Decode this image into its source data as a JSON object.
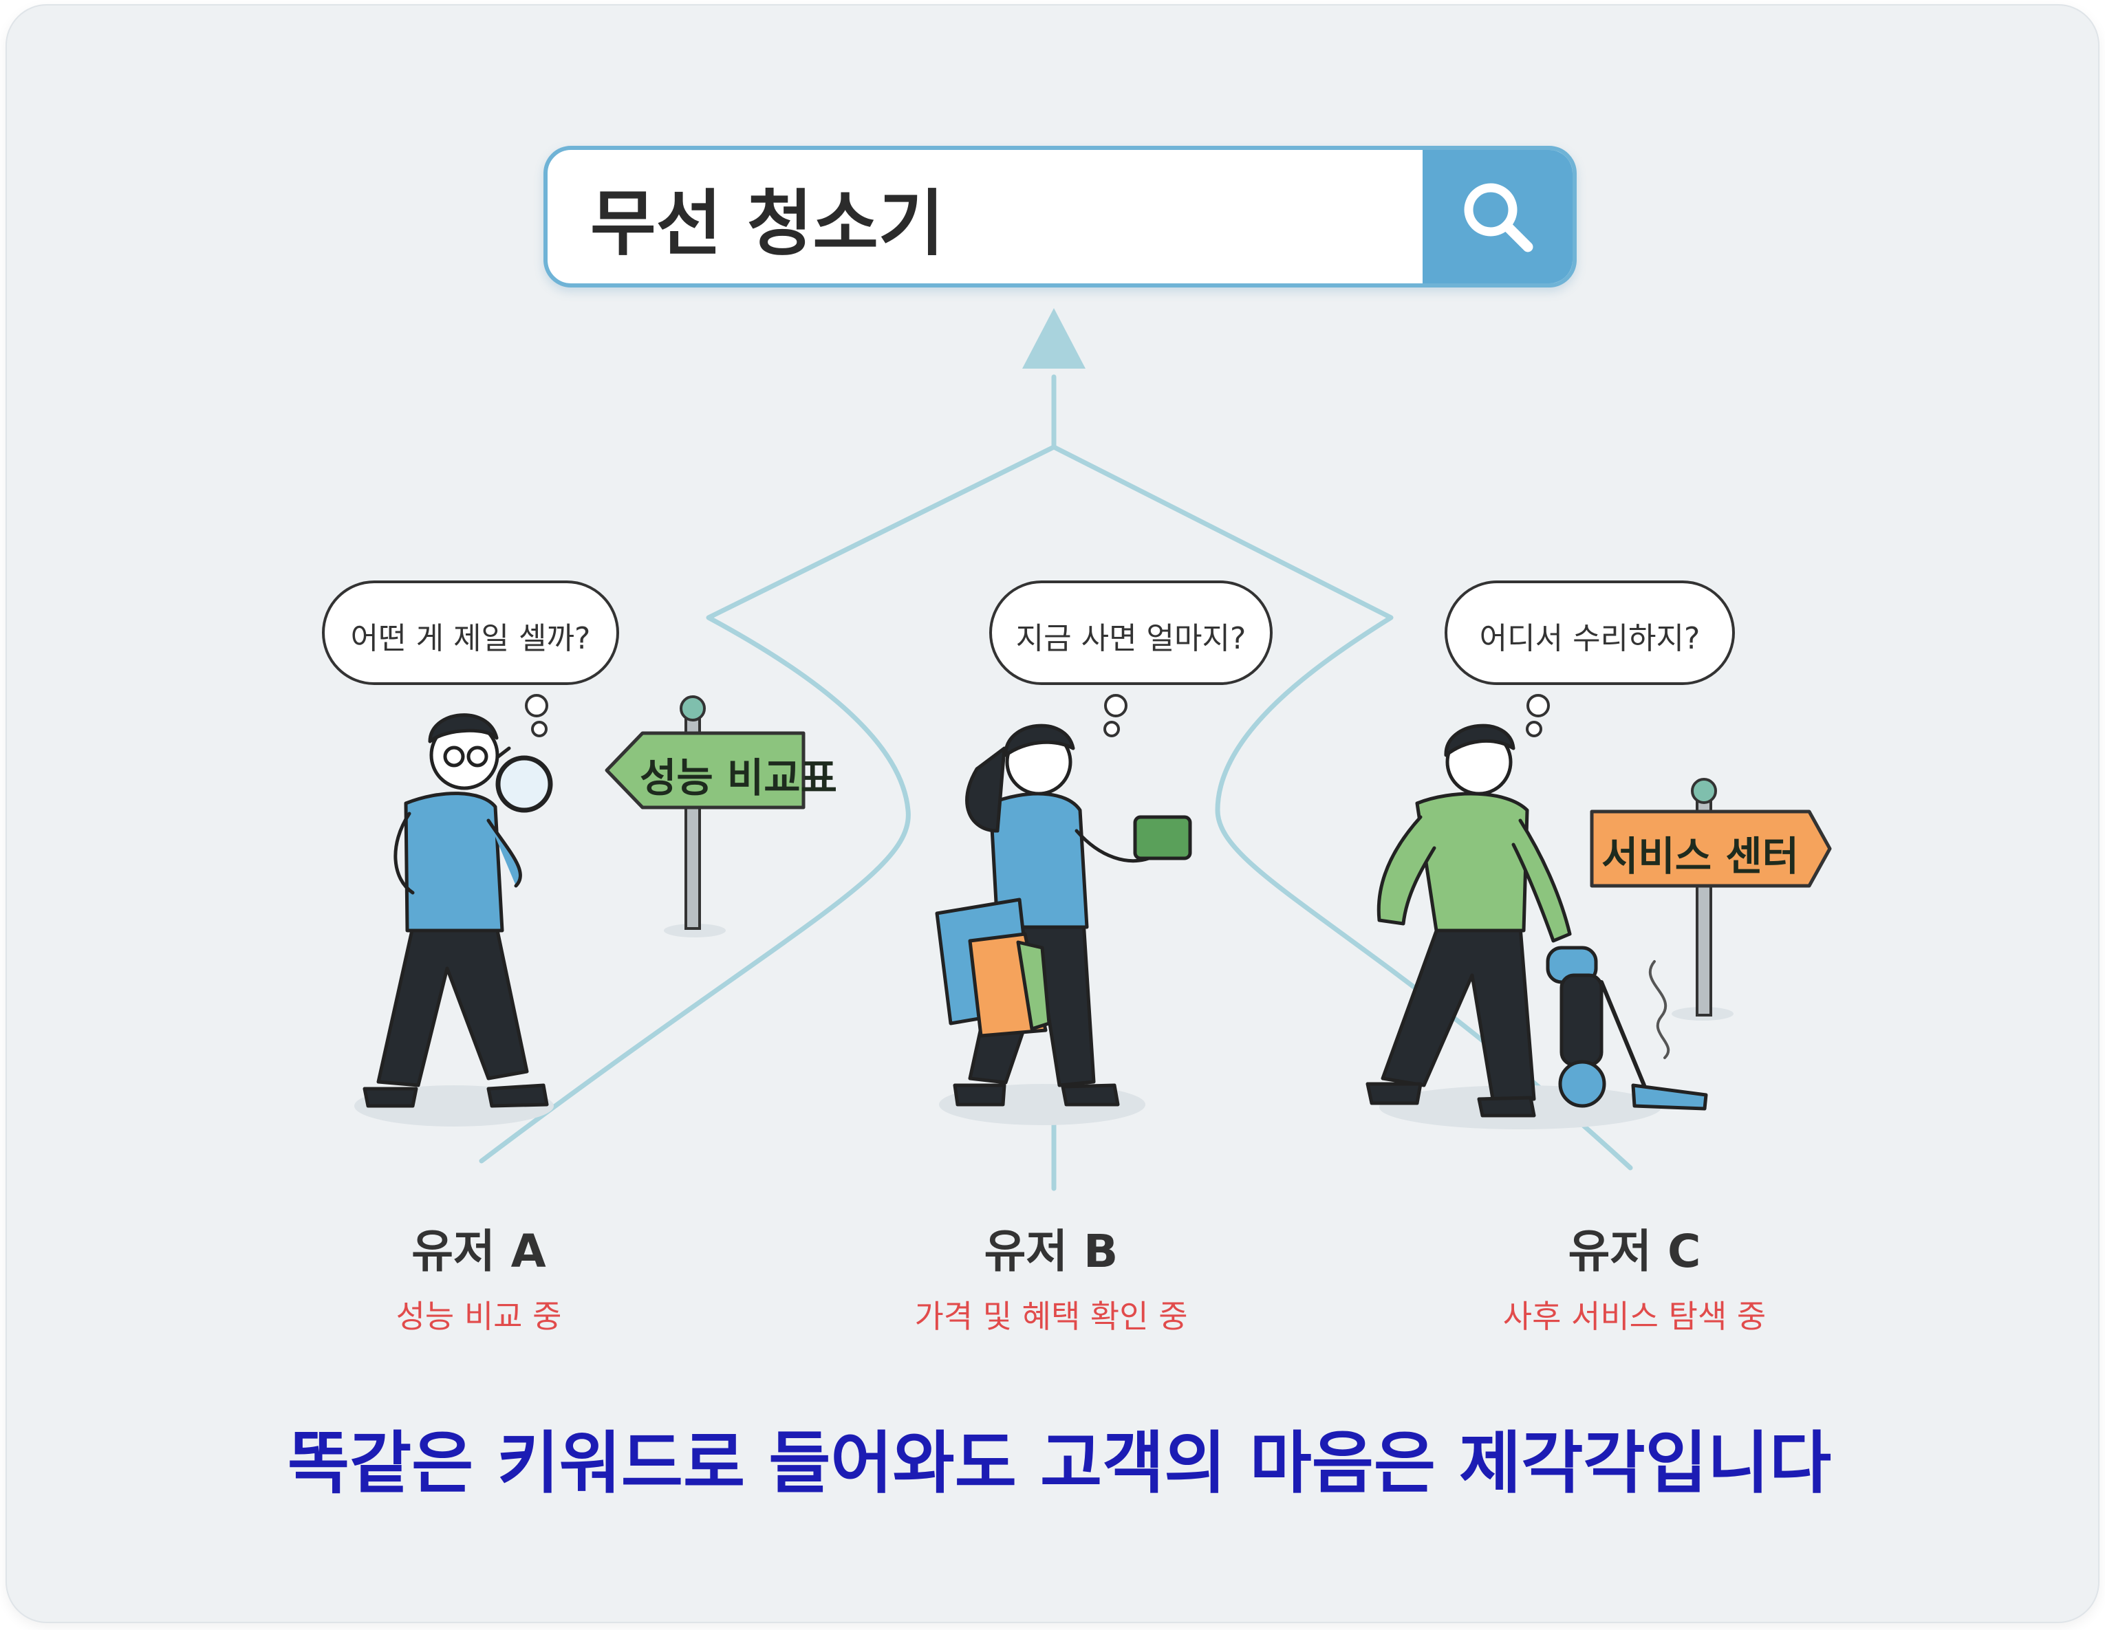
{
  "search": {
    "query": "무선 청소기",
    "button_icon": "search-icon"
  },
  "users": [
    {
      "name": "유저 A",
      "status": "성능 비교 중",
      "thought": "어떤 게 제일 셀까?",
      "sign": "성능 비교표",
      "sign_color": "#8cc47e",
      "shirt_color": "#5ea9d3"
    },
    {
      "name": "유저 B",
      "status": "가격 및 혜택 확인 중",
      "thought": "지금 사면 얼마지?",
      "shirt_color": "#5ea9d3"
    },
    {
      "name": "유저 C",
      "status": "사후 서비스 탐색 중",
      "thought": "어디서 수리하지?",
      "sign": "서비스 센터",
      "sign_color": "#f5a35c",
      "shirt_color": "#8cc47e"
    }
  ],
  "headline": "똑같은 키워드로 들어와도 고객의 마음은 제각각입니다",
  "colors": {
    "accent": "#5ea9d3",
    "status_red": "#e14b4b",
    "headline_blue": "#1c1cb4",
    "path_line": "#a9d3dd"
  }
}
